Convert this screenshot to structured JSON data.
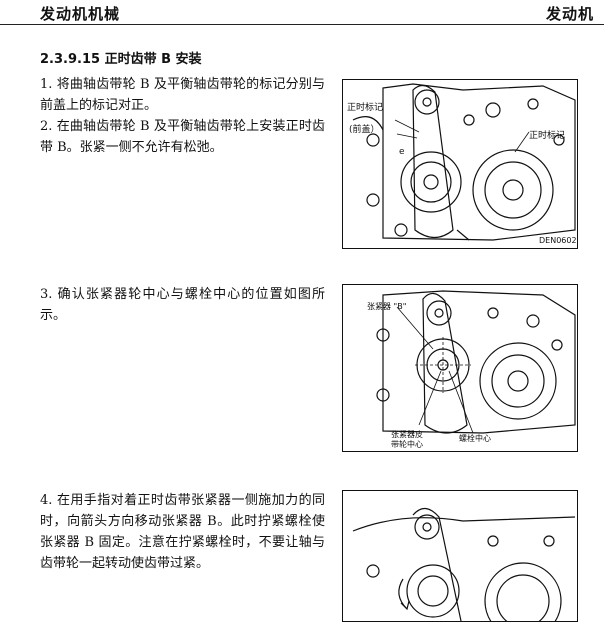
{
  "header": {
    "left": "发动机机械",
    "right": "发动机"
  },
  "section": {
    "title": "2.3.9.15  正时齿带 B 安装"
  },
  "steps": [
    {
      "text": "1. 将曲轴齿带轮 B 及平衡轴齿带轮的标记分别与前盖上的标记对正。"
    },
    {
      "text": "2. 在曲轴齿带轮 B 及平衡轴齿带轮上安装正时齿带 B。张紧一侧不允许有松弛。"
    },
    {
      "text": "3. 确认张紧器轮中心与螺栓中心的位置如图所示。"
    },
    {
      "text": "4. 在用手指对着正时齿带张紧器一侧施加力的同时，向箭头方向移动张紧器 B。此时拧紧螺栓使张紧器 B 固定。注意在拧紧螺栓时，不要让轴与齿带轮一起转动使齿带过紧。"
    }
  ],
  "figures": [
    {
      "labels": {
        "timing_mark_1": "正时标记",
        "front_cover": "(前盖）",
        "timing_mark_2": "正时标记",
        "letter_e": "e",
        "code": "DEN0602"
      }
    },
    {
      "labels": {
        "tensioner_b": "张紧器 \"B\"",
        "pulley_center_1": "张紧器皮",
        "pulley_center_2": "带轮中心",
        "bolt_center": "螺栓中心"
      }
    },
    {
      "labels": {}
    }
  ]
}
